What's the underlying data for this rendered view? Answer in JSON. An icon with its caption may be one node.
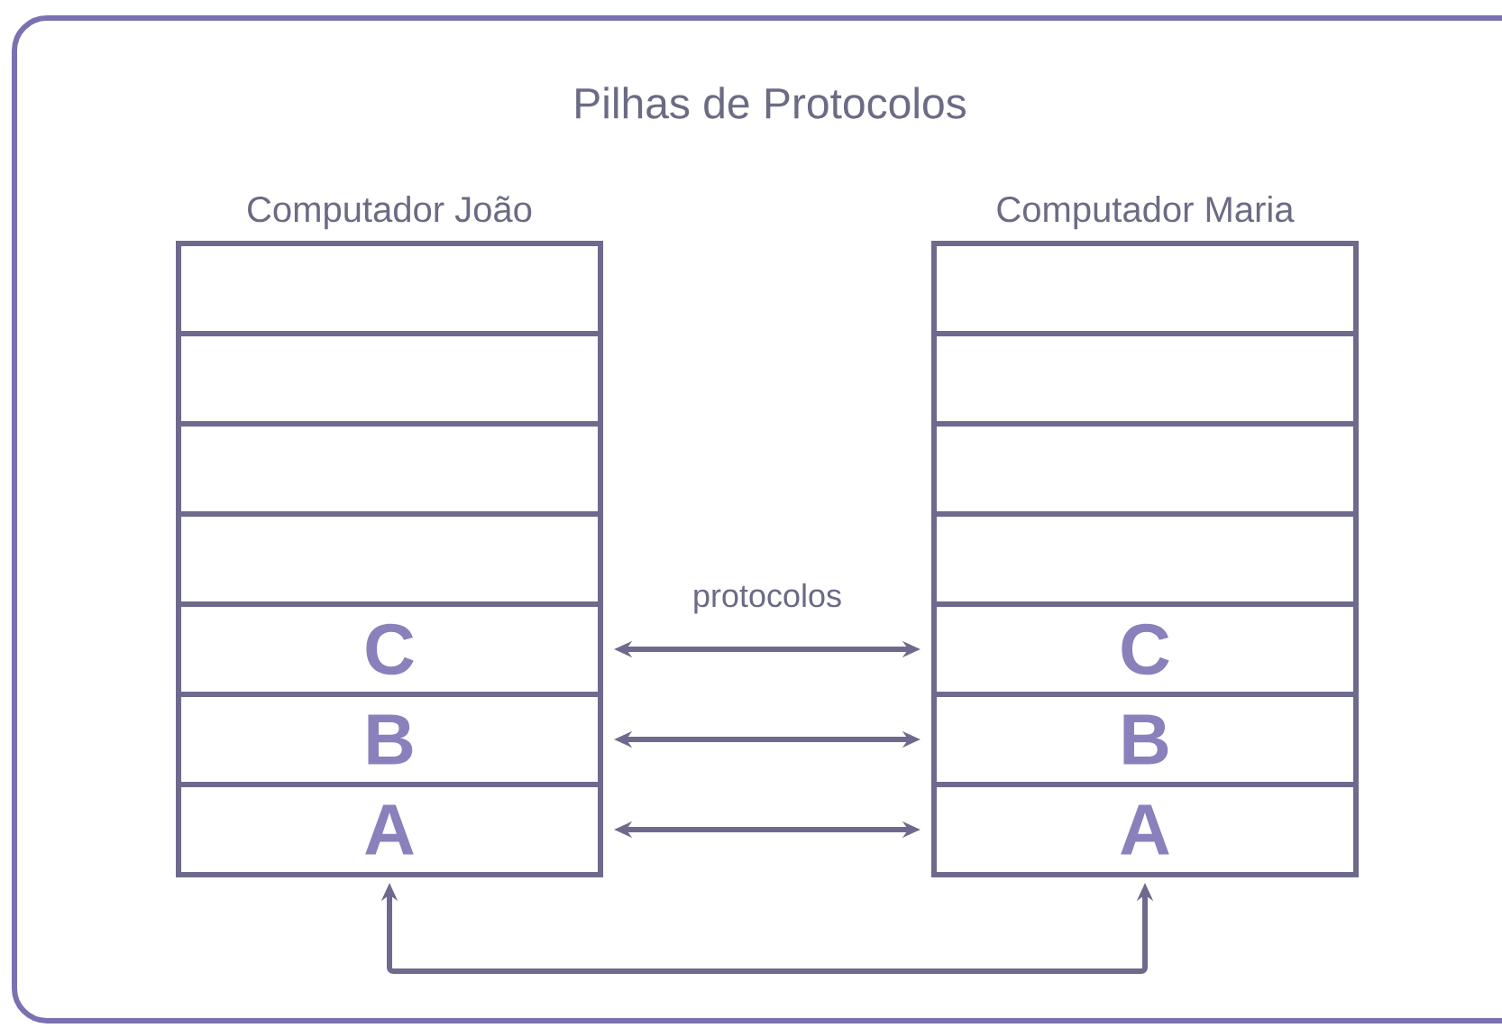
{
  "diagram": {
    "title": "Pilhas de Protocolos",
    "nodes": [
      {
        "text": [
          "Computador João"
        ]
      },
      {
        "text": [],
        "shape": "box",
        "in": 0
      },
      {
        "text": [],
        "shape": "box",
        "in": 0
      },
      {
        "text": [],
        "shape": "box",
        "in": 0
      },
      {
        "text": [],
        "shape": "box",
        "in": 0
      },
      {
        "text": [
          "C"
        ],
        "in": 0
      },
      {
        "text": [
          "B"
        ],
        "in": 0
      },
      {
        "text": [
          "A"
        ],
        "in": 0
      },
      {
        "text": [
          "Computador Maria"
        ]
      },
      {
        "text": [],
        "shape": "box",
        "in": 8
      },
      {
        "text": [],
        "shape": "box",
        "in": 8
      },
      {
        "text": [],
        "shape": "box",
        "in": 8
      },
      {
        "text": [],
        "shape": "box",
        "in": 8
      },
      {
        "text": [
          "C"
        ],
        "in": 8
      },
      {
        "text": [
          "B"
        ],
        "in": 8
      },
      {
        "text": [
          "A"
        ],
        "in": 8
      }
    ],
    "edges": [
      {
        "from": 5,
        "to": 13,
        "arrow": "both",
        "label": "protocolos"
      },
      {
        "from": 6,
        "to": 14,
        "arrow": "both"
      },
      {
        "from": 7,
        "to": 15,
        "arrow": "both"
      },
      {
        "from": 7,
        "to": 15,
        "arrow": "both"
      }
    ]
  }
}
